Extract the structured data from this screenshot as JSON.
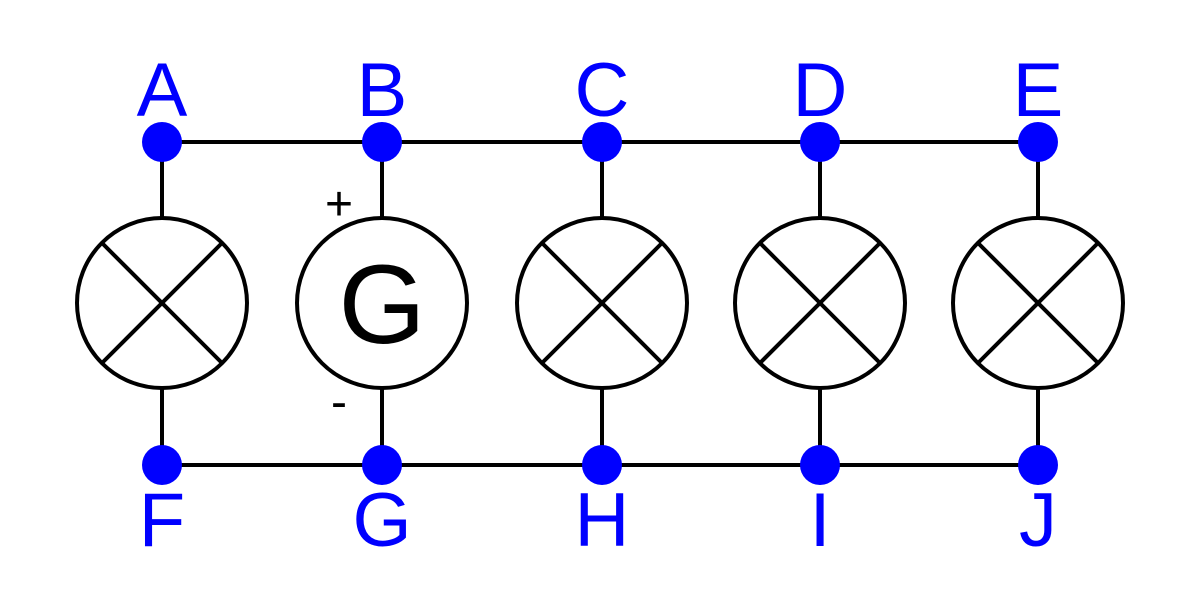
{
  "top_nodes": [
    "A",
    "B",
    "C",
    "D",
    "E"
  ],
  "bottom_nodes": [
    "F",
    "G",
    "H",
    "I",
    "J"
  ],
  "components": [
    {
      "type": "lamp"
    },
    {
      "type": "generator",
      "label": "G",
      "plus": "+",
      "minus": "-"
    },
    {
      "type": "lamp"
    },
    {
      "type": "lamp"
    },
    {
      "type": "lamp"
    }
  ],
  "colors": {
    "node": "#0000ff",
    "wire": "#000000"
  }
}
